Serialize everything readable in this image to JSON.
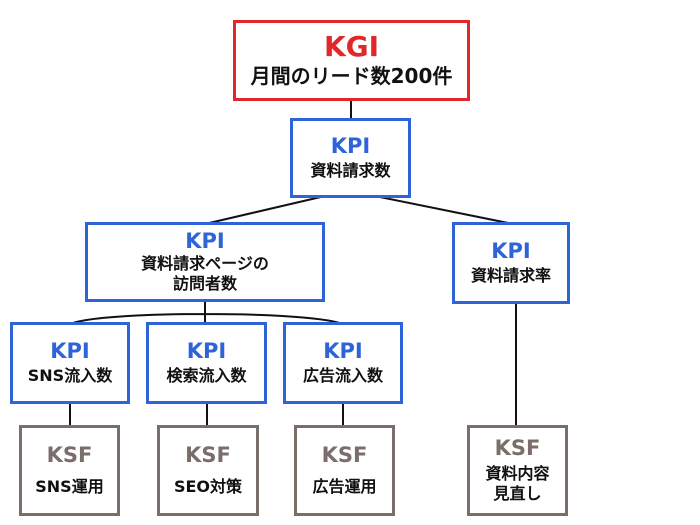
{
  "colors": {
    "kgi": "#e0282a",
    "kpi": "#2f63d8",
    "ksf": "#7a6e6a",
    "line": "#111111"
  },
  "kgi": {
    "head": "KGI",
    "label": "月間のリード数200件"
  },
  "kpi_request_count": {
    "head": "KPI",
    "label": "資料請求数"
  },
  "kpi_page_visitors": {
    "head": "KPI",
    "label": "資料請求ページの\n訪問者数"
  },
  "kpi_request_rate": {
    "head": "KPI",
    "label": "資料請求率"
  },
  "kpi_sns": {
    "head": "KPI",
    "label": "SNS流入数"
  },
  "kpi_search": {
    "head": "KPI",
    "label": "検索流入数"
  },
  "kpi_ads": {
    "head": "KPI",
    "label": "広告流入数"
  },
  "ksf_sns": {
    "head": "KSF",
    "label": "SNS運用"
  },
  "ksf_seo": {
    "head": "KSF",
    "label": "SEO対策"
  },
  "ksf_ads": {
    "head": "KSF",
    "label": "広告運用"
  },
  "ksf_content": {
    "head": "KSF",
    "label": "資料内容\n見直し"
  }
}
